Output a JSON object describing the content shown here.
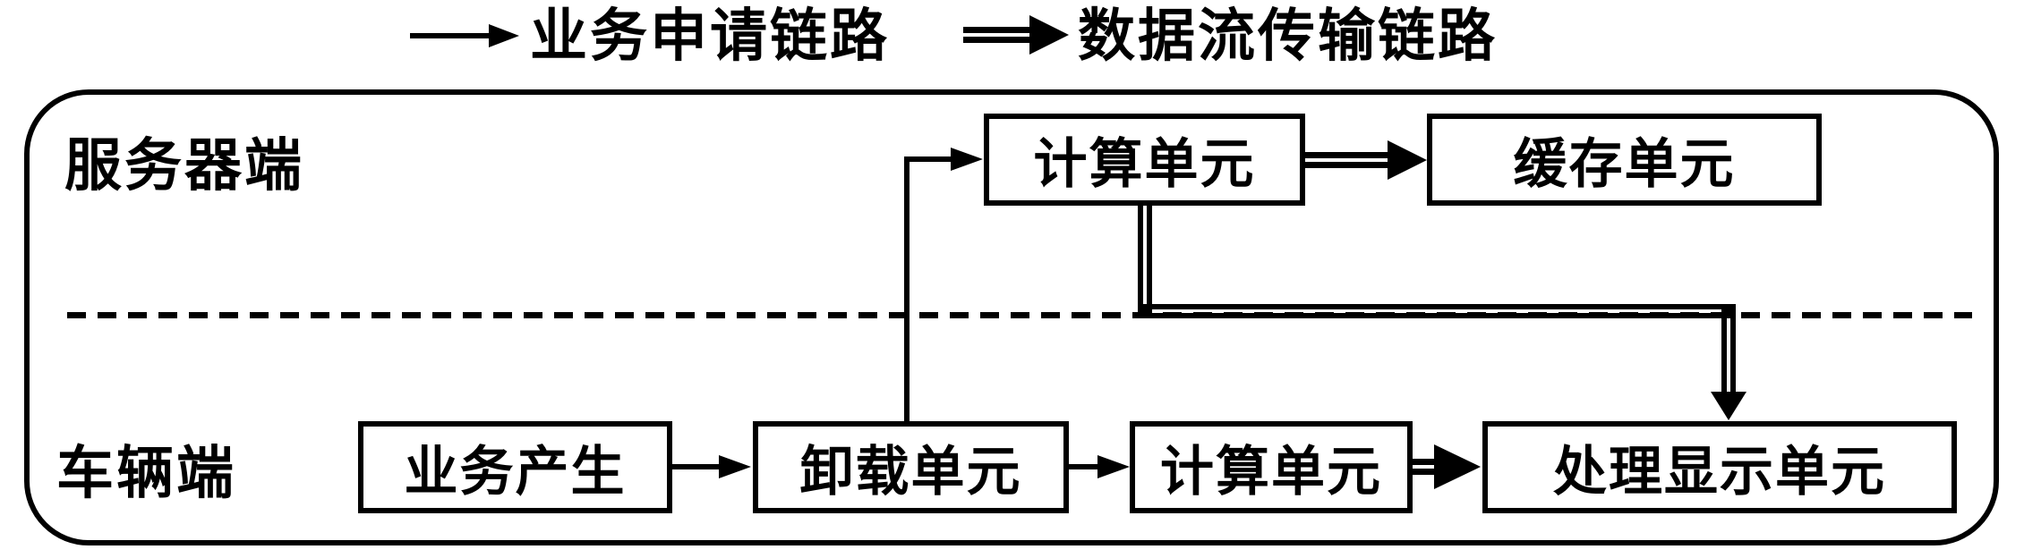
{
  "figure": {
    "legend": {
      "request_link_label": "业务申请链路",
      "data_link_label": "数据流传输链路"
    },
    "sections": {
      "server_label": "服务器端",
      "vehicle_label": "车辆端"
    },
    "nodes": {
      "server_compute": "计算单元",
      "cache_unit": "缓存单元",
      "business_gen": "业务产生",
      "offload_unit": "卸载单元",
      "vehicle_compute": "计算单元",
      "process_display": "处理显示单元"
    },
    "colors": {
      "ink": "#000000",
      "background": "#ffffff"
    }
  }
}
